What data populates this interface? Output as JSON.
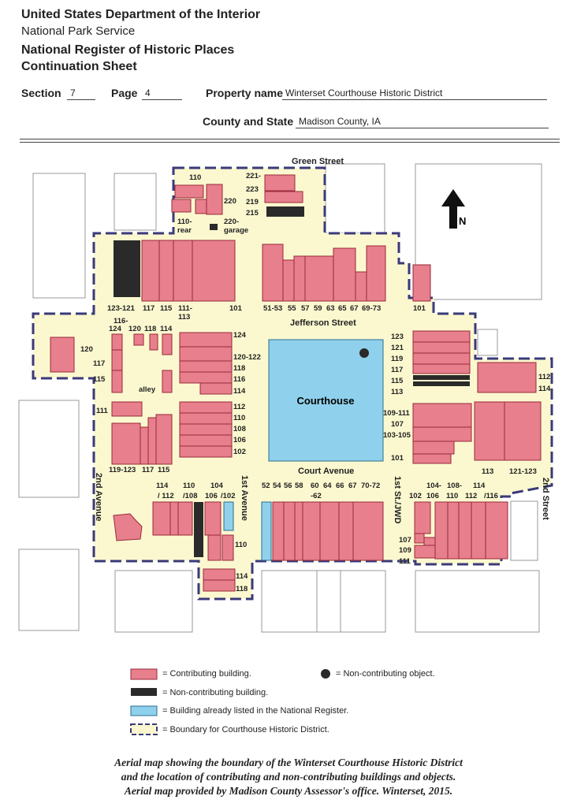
{
  "header": {
    "agency": "United States Department of the Interior",
    "service": "National Park Service",
    "register": "National Register of Historic Places",
    "sheet": "Continuation Sheet",
    "section_label": "Section",
    "section_value": "7",
    "page_label": "Page",
    "page_value": "4",
    "property_label": "Property name",
    "property_value": "Winterset Courthouse Historic District",
    "county_label": "County and State",
    "county_value": "Madison County, IA"
  },
  "map": {
    "north_label": "N",
    "courthouse_label": "Courthouse",
    "streets": {
      "green": "Green Street",
      "jefferson": "Jefferson Street",
      "court": "Court Avenue",
      "second_ave": "2nd Avenue",
      "first_ave": "1st Avenue",
      "first_st": "1st St./JWD",
      "second_st": "2nd Street"
    },
    "addresses": {
      "a110top": "110",
      "a220": "220",
      "a110rear": "110-\nrear",
      "a220garage": "220-\ngarage",
      "a221": "221-",
      "a223": "223",
      "a219": "219",
      "a215": "215",
      "a123_121": "123-121",
      "a117": "117",
      "a115n": "115",
      "a111_113": "111-\n113",
      "a101a": "101",
      "a51_53": "51-53",
      "a55": "55",
      "a57": "57",
      "a59": "59",
      "a63": "63",
      "a65": "65",
      "a67": "67",
      "a69_73": "69-73",
      "a101b": "101",
      "a124w": "124",
      "a116w": "116-",
      "a120w": "120",
      "a118w": "118",
      "a114w": "114",
      "a120far": "120",
      "a117far": "117",
      "a115far": "115",
      "alley": "alley",
      "a111w": "111",
      "a119_123": "119-123",
      "a117s": "117",
      "a115s": "115",
      "e124": "124",
      "e120_122": "120-122",
      "e118": "118",
      "e116": "116",
      "e114": "114",
      "e112": "112",
      "e110": "110",
      "e108": "108",
      "e106": "106",
      "e102": "102",
      "r123": "123",
      "r121": "121",
      "r119": "119",
      "r117": "117",
      "r115": "115",
      "r113": "113",
      "r109_111": "109-111",
      "r107": "107",
      "r103_105": "103-105",
      "r101": "101",
      "far112": "112",
      "far114": "114",
      "f113": "113",
      "f121_123": "121-123",
      "s114": "114",
      "s_112": "/ 112",
      "s110": "110",
      "s108": "/108",
      "s104": "104",
      "s106": "106",
      "s102": "/102",
      "s110b": "110",
      "s114b": "114",
      "s118": "118",
      "c52": "52",
      "c54": "54",
      "c56": "56",
      "c58": "58",
      "c60": "60",
      "c64": "64",
      "c66": "66",
      "c67": "67",
      "c70_72": "70-72",
      "c62": "-62",
      "d104": "104-",
      "d108": "108-",
      "d114": "114",
      "d102": "102",
      "d106": "106",
      "d110": "110",
      "d112": "112",
      "d116": "/116",
      "d107": "107",
      "d109": "109",
      "d111": "111"
    }
  },
  "legend": {
    "contributing": "= Contributing building.",
    "non_contributing_object": "= Non-contributing object.",
    "non_contributing_building": "= Non-contributing building.",
    "listed": "= Building already listed in the National Register.",
    "boundary": "= Boundary for Courthouse Historic District."
  },
  "caption": [
    "Aerial map showing the boundary of the Winterset Courthouse Historic District",
    "and the location of contributing and non-contributing buildings and objects.",
    "Aerial map provided by Madison County Assessor's office. Winterset, 2015."
  ],
  "colors": {
    "contributing": "#e77f8d",
    "non_contributing": "#2a2a2a",
    "listed": "#8fd1ec",
    "district": "#fbf8cf",
    "boundary": "#3a3a7a"
  }
}
